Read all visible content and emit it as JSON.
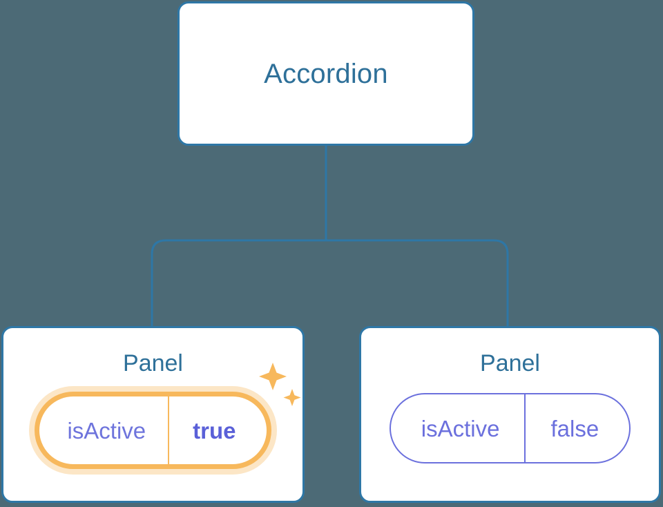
{
  "diagram": {
    "type": "component-tree",
    "background_color": "#4c6a76",
    "node_border_color": "#2e77a6",
    "node_title_color": "#2e7099",
    "connector_color": "#2e77a6",
    "highlight_color": "#f7b85c",
    "prop_color": "#6b70dd",
    "root": {
      "title": "Accordion"
    },
    "panels": [
      {
        "title": "Panel",
        "prop": {
          "key": "isActive",
          "value": "true",
          "highlighted": true,
          "has_sparkles": true
        }
      },
      {
        "title": "Panel",
        "prop": {
          "key": "isActive",
          "value": "false",
          "highlighted": false,
          "has_sparkles": false
        }
      }
    ],
    "icons": {
      "sparkle_large": "sparkle-icon",
      "sparkle_small": "sparkle-small-icon"
    }
  }
}
